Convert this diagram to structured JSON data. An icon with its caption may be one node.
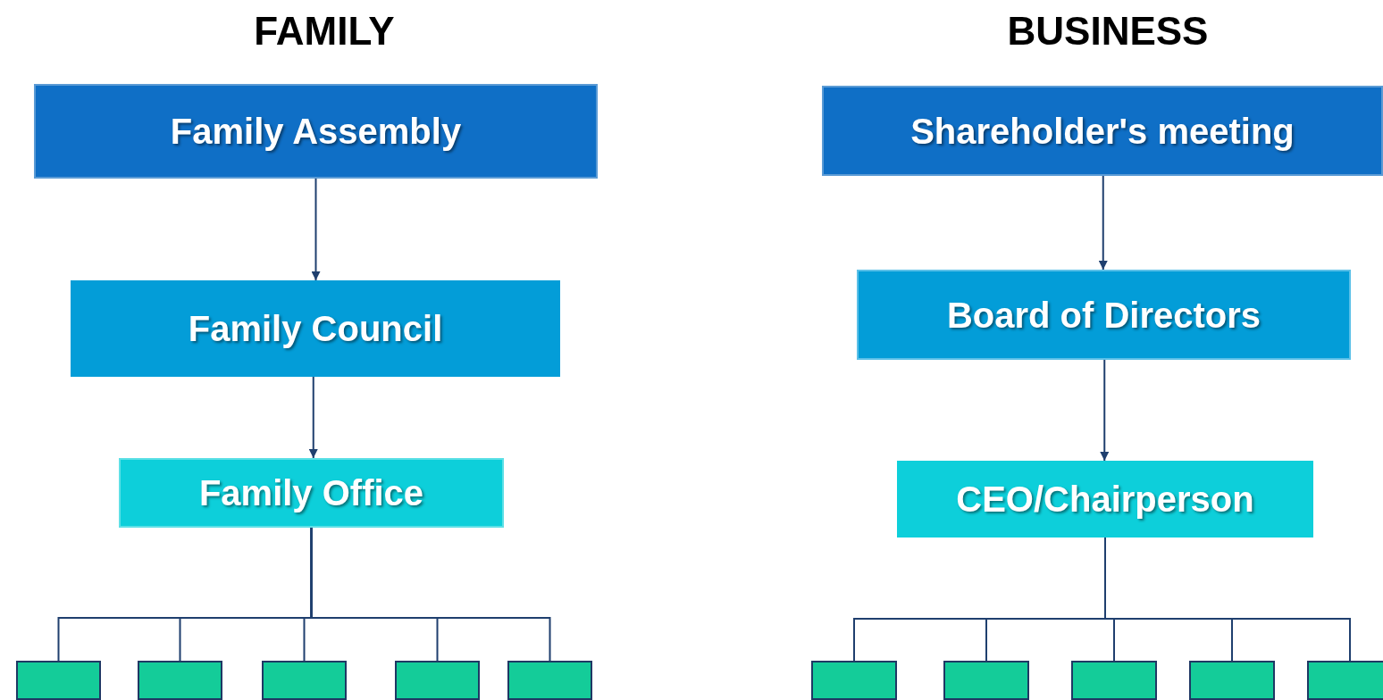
{
  "diagram": {
    "nodes": [
      {
        "text": [
          "Family Assembly"
        ]
      },
      {
        "text": [
          "Family Council"
        ]
      },
      {
        "text": [
          "Family Office"
        ]
      },
      {
        "text": [],
        "shape": "box"
      },
      {
        "text": [],
        "shape": "box"
      },
      {
        "text": [],
        "shape": "box"
      },
      {
        "text": [],
        "shape": "box"
      },
      {
        "text": [],
        "shape": "box"
      },
      {
        "text": [
          "Shareholder's meeting"
        ]
      },
      {
        "text": [
          "Board of Directors"
        ]
      },
      {
        "text": [
          "CEO/Chairperson"
        ]
      },
      {
        "text": [],
        "shape": "box"
      },
      {
        "text": [],
        "shape": "box"
      },
      {
        "text": [],
        "shape": "box"
      },
      {
        "text": [],
        "shape": "box"
      },
      {
        "text": [],
        "shape": "box"
      }
    ],
    "edges": [
      {
        "from": 0,
        "to": 1,
        "arrow": "to"
      },
      {
        "from": 1,
        "to": 2,
        "arrow": "to"
      },
      {
        "from": 2,
        "to": 3,
        "arrow": "none"
      },
      {
        "from": 2,
        "to": 4,
        "arrow": "none"
      },
      {
        "from": 2,
        "to": 5,
        "arrow": "none"
      },
      {
        "from": 2,
        "to": 6,
        "arrow": "none"
      },
      {
        "from": 2,
        "to": 7,
        "arrow": "none"
      },
      {
        "from": 8,
        "to": 9,
        "arrow": "to"
      },
      {
        "from": 9,
        "to": 10,
        "arrow": "to"
      },
      {
        "from": 10,
        "to": 11,
        "arrow": "none"
      },
      {
        "from": 10,
        "to": 12,
        "arrow": "none"
      },
      {
        "from": 10,
        "to": 13,
        "arrow": "none"
      },
      {
        "from": 10,
        "to": 14,
        "arrow": "none"
      },
      {
        "from": 10,
        "to": 15,
        "arrow": "none"
      }
    ],
    "labels": [
      "FAMILY",
      "BUSINESS"
    ]
  }
}
